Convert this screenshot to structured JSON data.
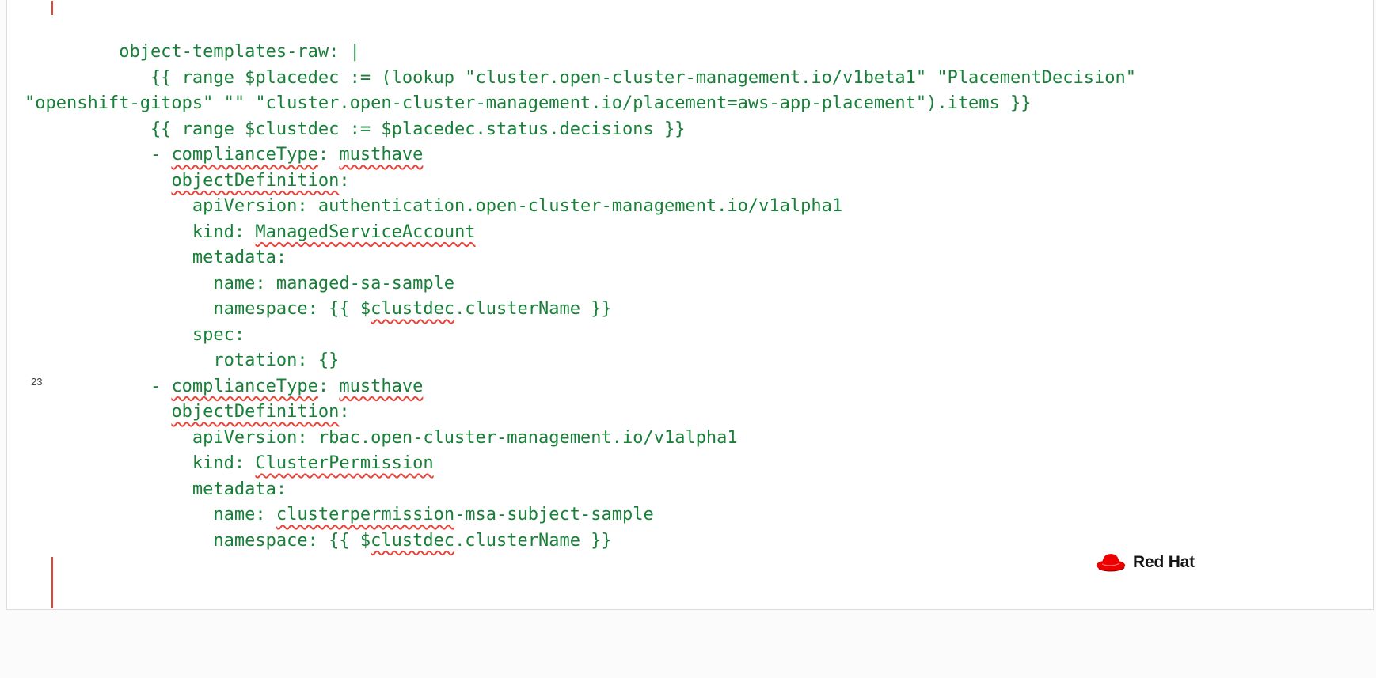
{
  "colors": {
    "code_green": "#188038",
    "squiggle_red": "#e8443a",
    "cursor_red": "#e8442d",
    "page_bg": "#ffffff",
    "canvas_bg": "#fbfbfb",
    "page_border": "#dadce0",
    "margin_number_color": "#3c4043",
    "logo_red": "#ee0000",
    "logo_dark": "#820000",
    "logo_text_color": "#151515"
  },
  "page": {
    "margin_number": "23"
  },
  "logo": {
    "text": "Red Hat",
    "icon": "redhat-fedora-icon"
  },
  "code": {
    "lines": [
      {
        "segments": [
          {
            "t": "         object-templates-raw: |"
          }
        ]
      },
      {
        "segments": [
          {
            "t": "            {{ range $placedec := (lookup \"cluster.open-cluster-management.io/v1beta1\" \"PlacementDecision\""
          }
        ]
      },
      {
        "segments": [
          {
            "t": "\"openshift-gitops\" \"\" \"cluster.open-cluster-management.io/placement=aws-app-placement\").items }}"
          }
        ]
      },
      {
        "segments": [
          {
            "t": "            {{ range $clustdec := $placedec.status.decisions }}"
          }
        ]
      },
      {
        "segments": [
          {
            "t": "            - "
          },
          {
            "t": "complianceType",
            "sp": true
          },
          {
            "t": ": "
          },
          {
            "t": "musthave",
            "sp": true
          }
        ]
      },
      {
        "segments": [
          {
            "t": "              "
          },
          {
            "t": "objectDefinition",
            "sp": true
          },
          {
            "t": ":"
          }
        ]
      },
      {
        "segments": [
          {
            "t": "                apiVersion: authentication.open-cluster-management.io/v1alpha1"
          }
        ]
      },
      {
        "segments": [
          {
            "t": "                kind: "
          },
          {
            "t": "ManagedServiceAccount",
            "sp": true
          }
        ]
      },
      {
        "segments": [
          {
            "t": "                metadata:"
          }
        ]
      },
      {
        "segments": [
          {
            "t": "                  name: managed-sa-sample"
          }
        ]
      },
      {
        "segments": [
          {
            "t": "                  namespace: {{ $"
          },
          {
            "t": "clustdec",
            "sp": true
          },
          {
            "t": ".clusterName }}"
          }
        ]
      },
      {
        "segments": [
          {
            "t": "                spec:"
          }
        ]
      },
      {
        "segments": [
          {
            "t": "                  rotation: {}"
          }
        ]
      },
      {
        "segments": [
          {
            "t": "            - "
          },
          {
            "t": "complianceType",
            "sp": true
          },
          {
            "t": ": "
          },
          {
            "t": "musthave",
            "sp": true
          }
        ]
      },
      {
        "segments": [
          {
            "t": "              "
          },
          {
            "t": "objectDefinition",
            "sp": true
          },
          {
            "t": ":"
          }
        ]
      },
      {
        "segments": [
          {
            "t": "                apiVersion: rbac.open-cluster-management.io/v1alpha1"
          }
        ]
      },
      {
        "segments": [
          {
            "t": "                kind: "
          },
          {
            "t": "ClusterPermission",
            "sp": true
          }
        ]
      },
      {
        "segments": [
          {
            "t": "                metadata:"
          }
        ]
      },
      {
        "segments": [
          {
            "t": "                  name: "
          },
          {
            "t": "clusterpermission",
            "sp": true
          },
          {
            "t": "-msa-subject-sample"
          }
        ]
      },
      {
        "segments": [
          {
            "t": "                  namespace: {{ $"
          },
          {
            "t": "clustdec",
            "sp": true
          },
          {
            "t": ".clusterName }}"
          }
        ]
      }
    ]
  }
}
